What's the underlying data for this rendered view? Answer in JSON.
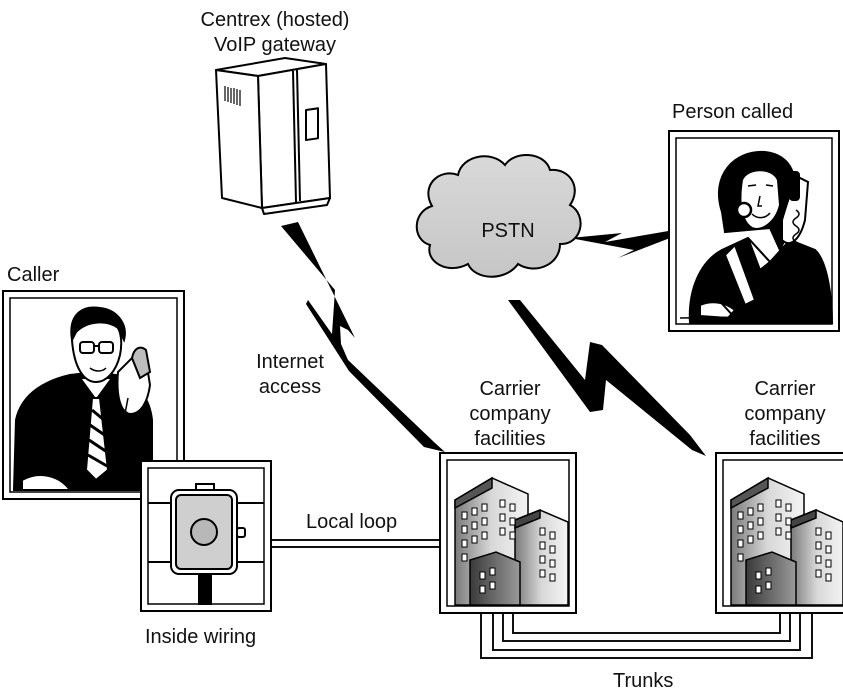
{
  "labels": {
    "gateway_line1": "Centrex (hosted)",
    "gateway_line2": "VoIP gateway",
    "person_called": "Person called",
    "pstn": "PSTN",
    "caller": "Caller",
    "internet_line1": "Internet",
    "internet_line2": "access",
    "carrier1_line1": "Carrier",
    "carrier1_line2": "company",
    "carrier1_line3": "facilities",
    "carrier2_line1": "Carrier",
    "carrier2_line2": "company",
    "carrier2_line3": "facilities",
    "local_loop": "Local loop",
    "inside_wiring": "Inside wiring",
    "trunks": "Trunks"
  },
  "icons": {
    "gateway": "server-cabinet-icon",
    "cloud": "cloud-icon",
    "caller": "man-on-phone-icon",
    "person_called": "woman-on-phone-icon",
    "junction_box": "network-interface-box-icon",
    "building": "office-building-icon",
    "wireless_link": "lightning-bolt-icon"
  }
}
